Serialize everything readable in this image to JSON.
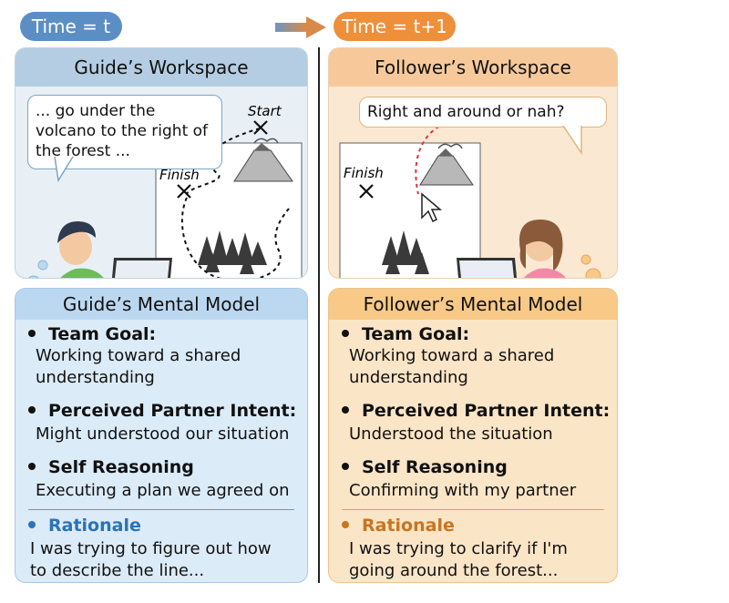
{
  "timeline": {
    "left_label": "Time = t",
    "right_label": "Time = t+1",
    "colors": {
      "left": "#5b8ec4",
      "right": "#ee8f3a"
    }
  },
  "guide_workspace": {
    "title": "Guide’s Workspace",
    "speech": "... go under the volcano to the right of the forest ...",
    "map_labels": {
      "start": "Start",
      "finish": "Finish"
    }
  },
  "follower_workspace": {
    "title": "Follower’s Workspace",
    "speech": "Right and around or nah?",
    "map_labels": {
      "finish": "Finish"
    }
  },
  "guide_model": {
    "title": "Guide’s Mental Model",
    "items": [
      {
        "heading": "Team Goal:",
        "text_lines": [
          "Working toward a shared",
          "understanding"
        ]
      },
      {
        "heading": "Perceived Partner Intent:",
        "text_lines": [
          "Might understood our situation"
        ]
      },
      {
        "heading": "Self Reasoning",
        "text_lines": [
          "Executing a plan we agreed on"
        ]
      }
    ],
    "rationale": {
      "heading": "Rationale",
      "text_lines": [
        "I was trying to figure out how",
        "to describe the line..."
      ]
    }
  },
  "follower_model": {
    "title": "Follower’s Mental Model",
    "items": [
      {
        "heading": "Team Goal:",
        "text_lines": [
          "Working toward a shared",
          "understanding"
        ]
      },
      {
        "heading": "Perceived Partner Intent:",
        "text_lines": [
          "Understood the situation"
        ]
      },
      {
        "heading": "Self Reasoning",
        "text_lines": [
          "Confirming with my partner"
        ]
      }
    ],
    "rationale": {
      "heading": "Rationale",
      "text_lines": [
        "I was trying to clarify if I'm",
        "going around the forest..."
      ]
    }
  }
}
